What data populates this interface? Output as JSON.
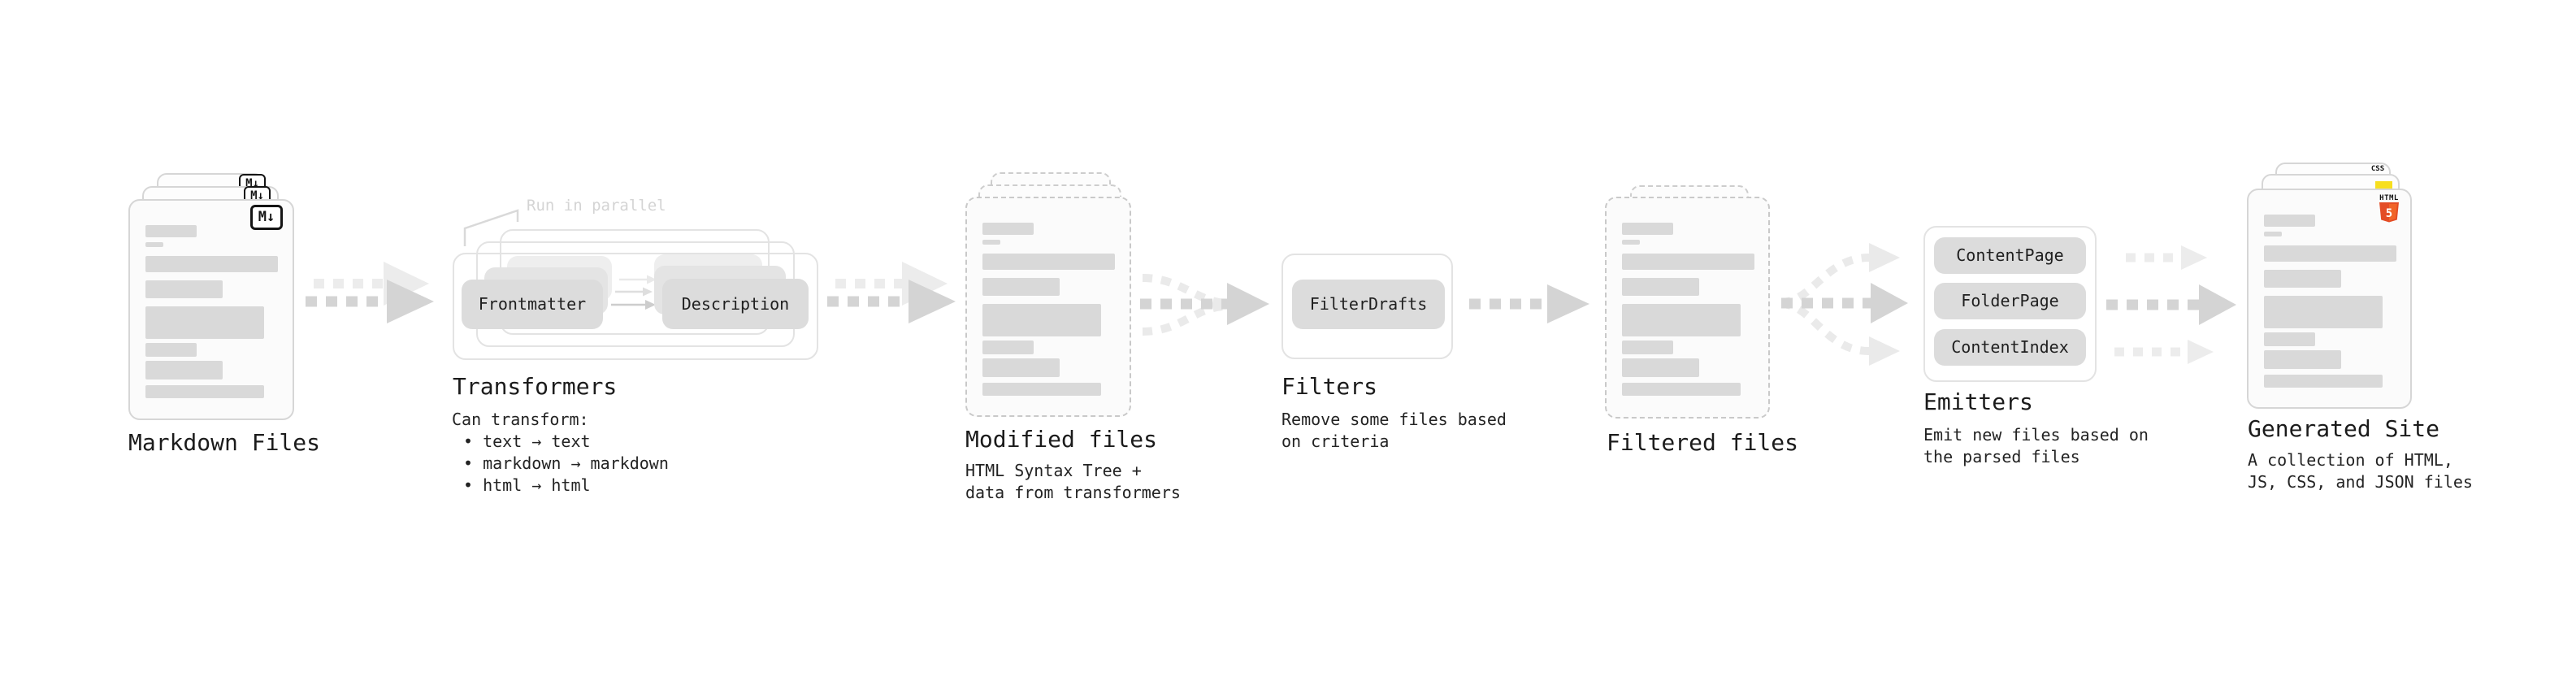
{
  "stages": {
    "markdown": {
      "label": "Markdown Files",
      "badge": "M↓"
    },
    "transformers": {
      "label": "Transformers",
      "annotation": "Run in parallel",
      "boxes": [
        "Frontmatter",
        "Description"
      ],
      "subtitle": [
        "Can transform:",
        "• text → text",
        "• markdown → markdown",
        "• html → html"
      ]
    },
    "modified": {
      "label": "Modified files",
      "subtitle": [
        "HTML Syntax Tree +",
        "data from transformers"
      ]
    },
    "filters": {
      "label": "Filters",
      "boxes": [
        "FilterDrafts"
      ],
      "subtitle": [
        "Remove some files based",
        "on criteria"
      ]
    },
    "filtered": {
      "label": "Filtered files"
    },
    "emitters": {
      "label": "Emitters",
      "boxes": [
        "ContentPage",
        "FolderPage",
        "ContentIndex"
      ],
      "subtitle": [
        "Emit new files based on",
        "the parsed files"
      ]
    },
    "generated": {
      "label": "Generated Site",
      "subtitle": [
        "A collection of HTML,",
        "JS, CSS, and JSON files"
      ],
      "badges": {
        "html_label": "HTML",
        "html_number": "5",
        "css_label": "CSS"
      }
    }
  },
  "colors": {
    "arrow_dark": "#d4d4d4",
    "arrow_light": "#ececec",
    "doc_border": "#d6d6d6",
    "dashed_border": "#c9c9c9",
    "container_border": "#e3e3e3",
    "box_fill": "#dcdcdc",
    "bar_fill": "#d9d9d9",
    "annotation_gray": "#d4d4d4",
    "html5_orange": "#e44d26",
    "html5_orange_light": "#f16529",
    "js_yellow": "#f7df1e",
    "css_blue": "#2965f1"
  }
}
